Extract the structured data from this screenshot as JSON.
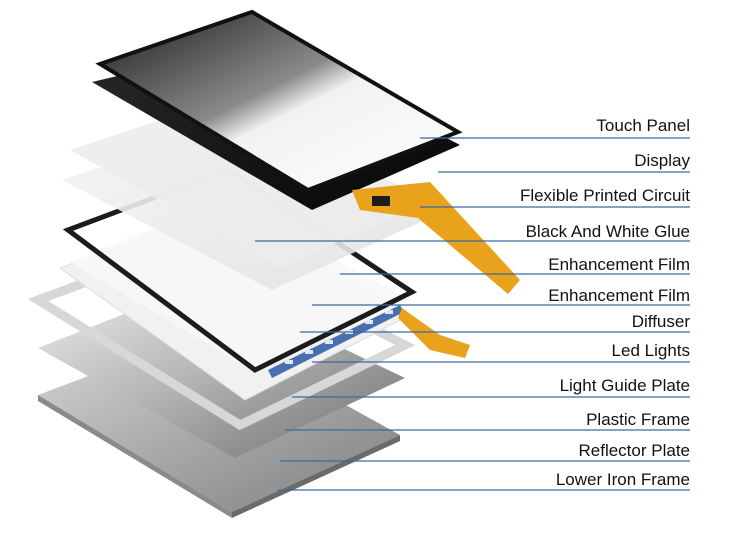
{
  "labels": [
    "Touch Panel",
    "Display",
    "Flexible Printed Circuit",
    "Black And White Glue",
    "Enhancement Film",
    "Enhancement Film",
    "Diffuser",
    "Led Lights",
    "Light Guide Plate",
    "Plastic Frame",
    "Reflector Plate",
    "Lower Iron Frame"
  ],
  "colors": {
    "leader_line": "#3a6aa0",
    "fpc": "#e8a21c",
    "display": "#0c0c0c"
  }
}
